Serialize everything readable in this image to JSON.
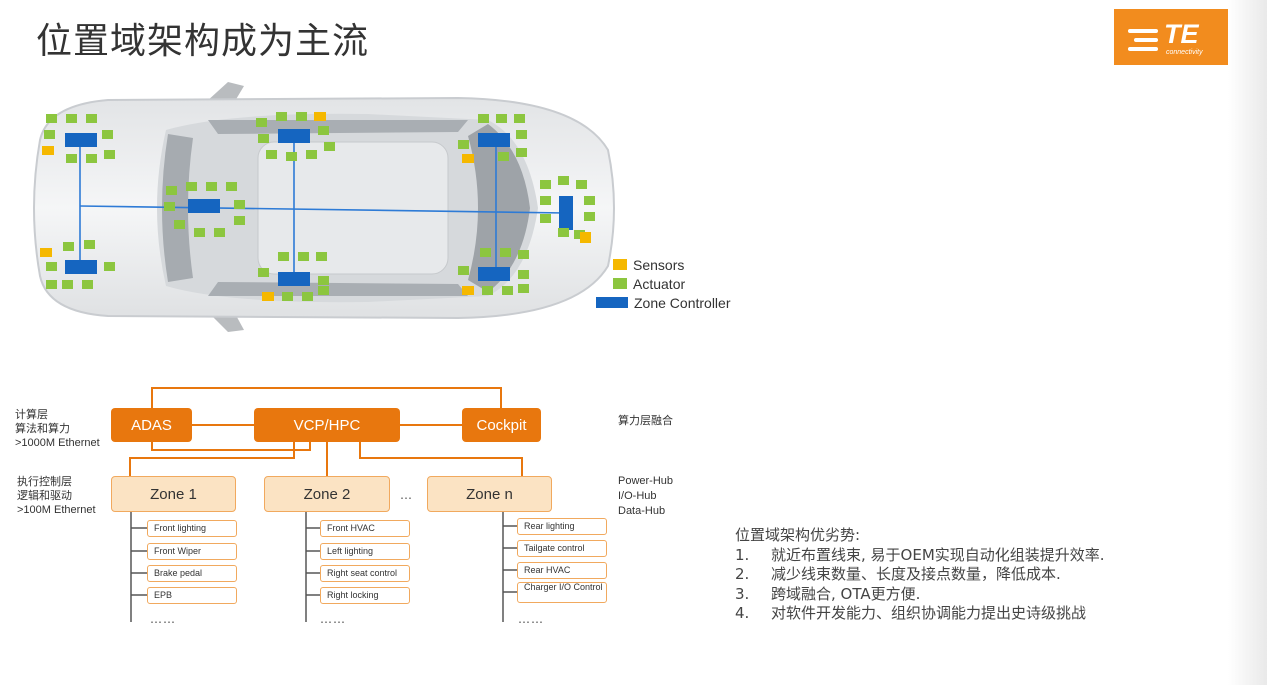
{
  "title": "位置域架构成为主流",
  "logo": {
    "text": "TE",
    "sub": "connectivity"
  },
  "legend": [
    {
      "label": "Sensors",
      "color": "#f5b800"
    },
    {
      "label": "Actuator",
      "color": "#8cc63f"
    },
    {
      "label": "Zone Controller",
      "color": "#1565c0"
    }
  ],
  "compute_layer": {
    "line1": "计算层",
    "line2": "算法和算力",
    "line3": ">1000M Ethernet"
  },
  "control_layer": {
    "line1": "执行控制层",
    "line2": "逻辑和驱动",
    "line3": ">100M Ethernet"
  },
  "compute_fusion": "算力层融合",
  "hubs": {
    "line1": "Power-Hub",
    "line2": "I/O-Hub",
    "line3": "Data-Hub"
  },
  "top_boxes": {
    "adas": "ADAS",
    "vcp": "VCP/HPC",
    "cockpit": "Cockpit"
  },
  "zones": {
    "zone1": "Zone 1",
    "zone2": "Zone 2",
    "zonen": "Zone n",
    "gap_dots": "…"
  },
  "zone1_funcs": [
    "Front lighting",
    "Front Wiper",
    "Brake pedal",
    "EPB"
  ],
  "zone2_funcs": [
    "Front HVAC",
    "Left lighting",
    "Right seat control",
    "Right locking"
  ],
  "zonen_funcs": [
    "Rear lighting",
    "Tailgate control",
    "Rear HVAC",
    "Charger I/O Control"
  ],
  "more": "……",
  "advantages": {
    "heading": "位置域架构优劣势:",
    "items": [
      {
        "num": "1.",
        "text": "就近布置线束, 易于OEM实现自动化组装提升效率."
      },
      {
        "num": "2.",
        "text": "减少线束数量、长度及接点数量，降低成本."
      },
      {
        "num": "3.",
        "text": "跨域融合, OTA更方便."
      },
      {
        "num": "4.",
        "text": "对软件开发能力、组织协调能力提出史诗级挑战"
      }
    ]
  }
}
